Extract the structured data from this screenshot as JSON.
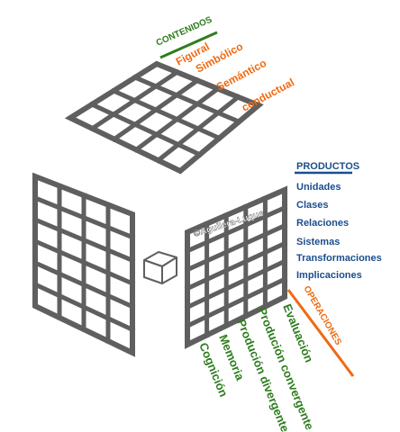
{
  "contenidos": {
    "heading": "CONTENIDOS",
    "items": [
      "Figural",
      "Simbólico",
      "Semántico",
      "conductual"
    ],
    "heading_color": "#2e7d1e",
    "item_color": "#ef6a12"
  },
  "productos": {
    "heading": "PRODUCTOS",
    "items": [
      "Unidades",
      "Clases",
      "Relaciones",
      "Sistemas",
      "Transformaciones",
      "Implicaciones"
    ],
    "color": "#1b4e8c"
  },
  "operaciones": {
    "heading": "OPERACIONES",
    "items": [
      "Evaluación",
      "Produción convergente",
      "Produción divergente",
      "Memoria",
      "Cognición"
    ],
    "heading_color": "#ef6a12",
    "item_color": "#2e7d1e"
  },
  "watermark": "©Aguilera-Luque",
  "grid_color": "#5f5f5f"
}
